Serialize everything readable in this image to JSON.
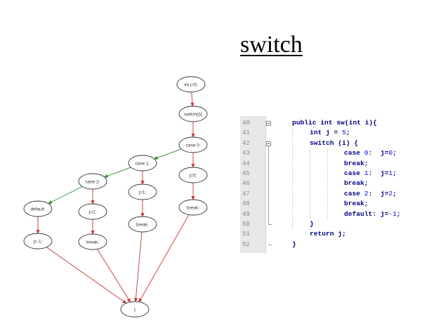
{
  "slide": {
    "title": "switch"
  },
  "diagram": {
    "nodes": [
      {
        "id": "n-int",
        "label": "int j=5;"
      },
      {
        "id": "n-switch",
        "label": "switch(i){"
      },
      {
        "id": "n-case0",
        "label": "case 0:"
      },
      {
        "id": "n-case1",
        "label": "case 1:"
      },
      {
        "id": "n-case2",
        "label": "case 2:"
      },
      {
        "id": "n-default",
        "label": "default:"
      },
      {
        "id": "n-j0",
        "label": "j=0;"
      },
      {
        "id": "n-j1",
        "label": "j=1;"
      },
      {
        "id": "n-j2",
        "label": "j=2;"
      },
      {
        "id": "n-jm1",
        "label": "j=-1;"
      },
      {
        "id": "n-break0",
        "label": "break;"
      },
      {
        "id": "n-break1",
        "label": "break;"
      },
      {
        "id": "n-break2",
        "label": "break;"
      },
      {
        "id": "n-end",
        "label": "}"
      }
    ],
    "edges": [
      {
        "from": "n-int",
        "to": "n-switch",
        "color": "#cc3333"
      },
      {
        "from": "n-switch",
        "to": "n-case0",
        "color": "#cc3333"
      },
      {
        "from": "n-case0",
        "to": "n-case1",
        "color": "#2e8b2e"
      },
      {
        "from": "n-case1",
        "to": "n-case2",
        "color": "#2e8b2e"
      },
      {
        "from": "n-case2",
        "to": "n-default",
        "color": "#2e8b2e"
      },
      {
        "from": "n-case0",
        "to": "n-j0",
        "color": "#cc3333"
      },
      {
        "from": "n-case1",
        "to": "n-j1",
        "color": "#cc3333"
      },
      {
        "from": "n-case2",
        "to": "n-j2",
        "color": "#cc3333"
      },
      {
        "from": "n-default",
        "to": "n-jm1",
        "color": "#cc3333"
      },
      {
        "from": "n-j0",
        "to": "n-break0",
        "color": "#cc3333"
      },
      {
        "from": "n-j1",
        "to": "n-break1",
        "color": "#cc3333"
      },
      {
        "from": "n-j2",
        "to": "n-break2",
        "color": "#cc3333"
      },
      {
        "from": "n-jm1",
        "to": "n-end",
        "color": "#cc3333"
      },
      {
        "from": "n-break2",
        "to": "n-end",
        "color": "#cc3333"
      },
      {
        "from": "n-break1",
        "to": "n-end",
        "color": "#cc3333"
      },
      {
        "from": "n-break0",
        "to": "n-end",
        "color": "#cc3333"
      }
    ]
  },
  "code": {
    "line_numbers": [
      "40",
      "41",
      "42",
      "43",
      "44",
      "45",
      "46",
      "47",
      "48",
      "49",
      "50",
      "51",
      "52"
    ],
    "lines": [
      [
        {
          "t": "public int sw(int i){",
          "c": "kw"
        }
      ],
      [
        {
          "t": "int j = ",
          "c": "kw"
        },
        {
          "t": "5",
          "c": "num"
        },
        {
          "t": ";",
          "c": "kw"
        }
      ],
      [
        {
          "t": "switch (i) {",
          "c": "kw"
        }
      ],
      [
        {
          "t": "case ",
          "c": "kw"
        },
        {
          "t": "0",
          "c": "num"
        },
        {
          "t": ":  j=",
          "c": "kw"
        },
        {
          "t": "0",
          "c": "num"
        },
        {
          "t": ";",
          "c": "kw"
        }
      ],
      [
        {
          "t": "break;",
          "c": "kw"
        }
      ],
      [
        {
          "t": "case ",
          "c": "kw"
        },
        {
          "t": "1",
          "c": "num"
        },
        {
          "t": ":  j=",
          "c": "kw"
        },
        {
          "t": "1",
          "c": "num"
        },
        {
          "t": ";",
          "c": "kw"
        }
      ],
      [
        {
          "t": "break;",
          "c": "kw"
        }
      ],
      [
        {
          "t": "case ",
          "c": "kw"
        },
        {
          "t": "2",
          "c": "num"
        },
        {
          "t": ":  j=",
          "c": "kw"
        },
        {
          "t": "2",
          "c": "num"
        },
        {
          "t": ";",
          "c": "kw"
        }
      ],
      [
        {
          "t": "break;",
          "c": "kw"
        }
      ],
      [
        {
          "t": "default: j=",
          "c": "kw"
        },
        {
          "t": "-1",
          "c": "num"
        },
        {
          "t": ";",
          "c": "kw"
        }
      ],
      [
        {
          "t": "}",
          "c": "kw"
        }
      ],
      [
        {
          "t": "return j;",
          "c": "kw"
        }
      ],
      [
        {
          "t": "}",
          "c": "kw"
        }
      ]
    ]
  }
}
